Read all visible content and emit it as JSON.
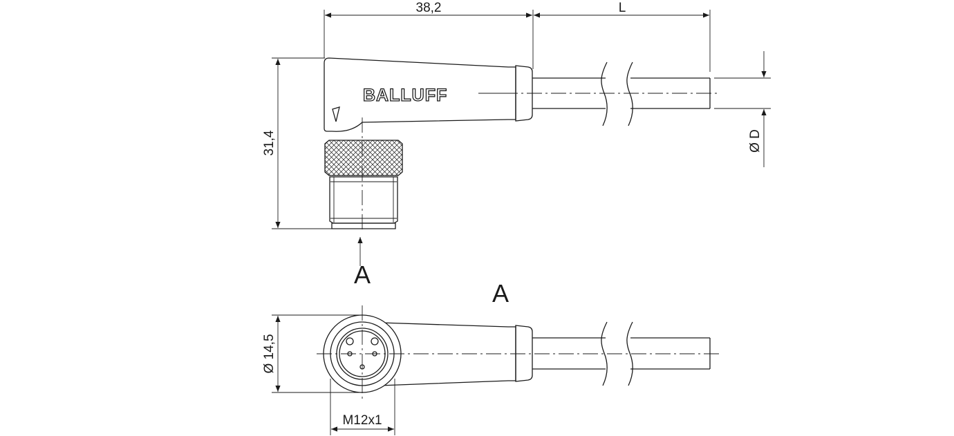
{
  "dimensions": {
    "body_length": "38,2",
    "cable_length": "L",
    "height": "31,4",
    "cable_diameter": "Ø D",
    "head_diameter": "Ø 14,5",
    "thread": "M12x1"
  },
  "brand_logo": "BALLUFF",
  "view_markers": {
    "arrow_label": "A",
    "view_title": "A"
  },
  "line_color": "#1a1a1a"
}
